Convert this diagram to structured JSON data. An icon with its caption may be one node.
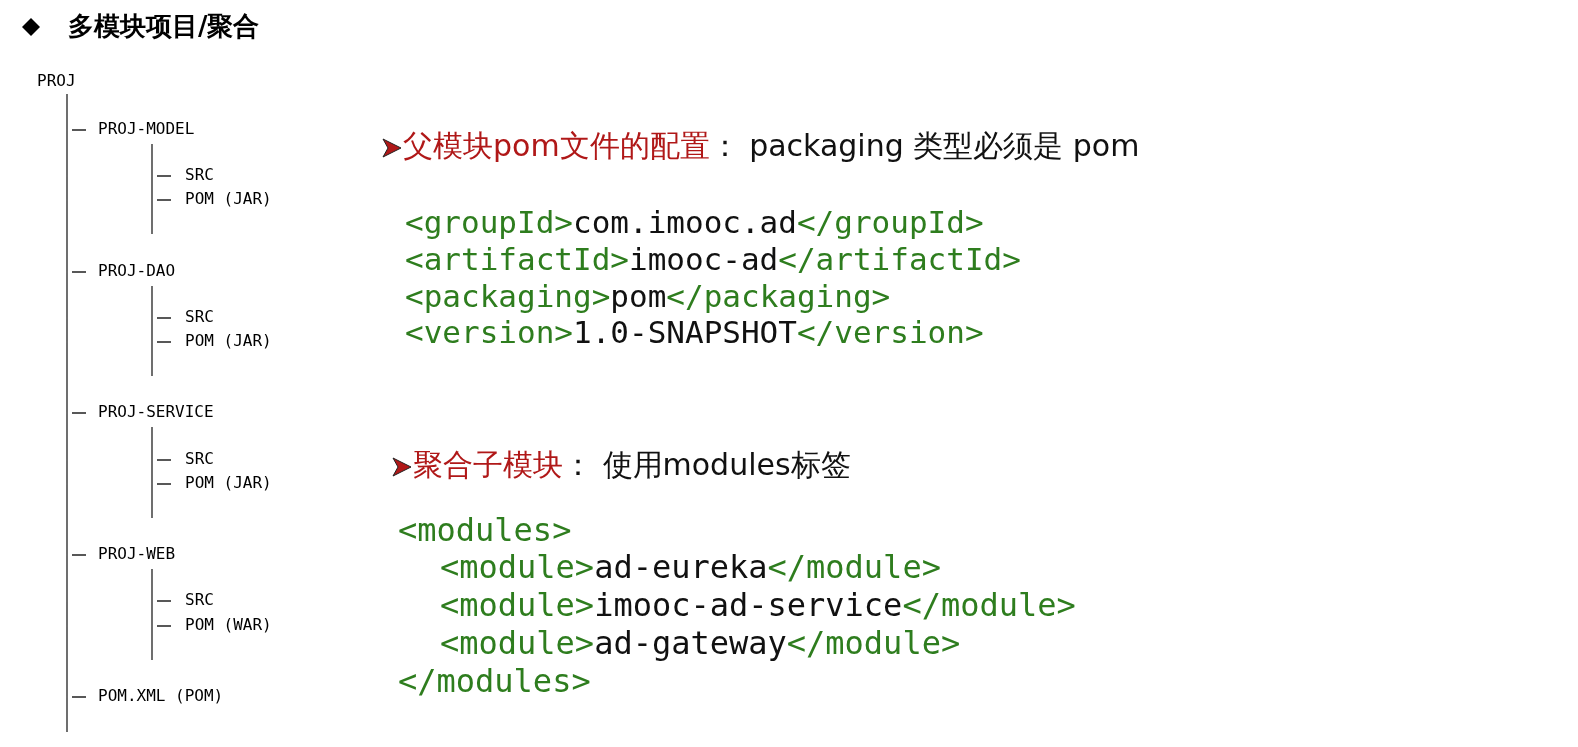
{
  "diagram": {
    "title": "多模块项目/聚合",
    "labels": [
      "PROJ",
      "PROJ-MODEL",
      "SRC",
      "POM (JAR)",
      "PROJ-DAO",
      "SRC",
      "POM (JAR)",
      "PROJ-SERVICE",
      "SRC",
      "POM (JAR)",
      "PROJ-WEB",
      "SRC",
      "POM (WAR)",
      "POM.XML (POM)",
      "父模块pom文件的配置",
      "： packaging 类型必须是 pom",
      "<groupId>com.imooc.ad</groupId>",
      "<artifactId>imooc-ad</artifactId>",
      "<packaging>pom</packaging>",
      "<version>1.0-SNAPSHOT</version>",
      "聚合子模块",
      "： 使用modules标签",
      "<modules>",
      "<module>ad-eureka</module>",
      "<module>imooc-ad-service</module>",
      "<module>ad-gateway</module>",
      "</modules>"
    ]
  }
}
